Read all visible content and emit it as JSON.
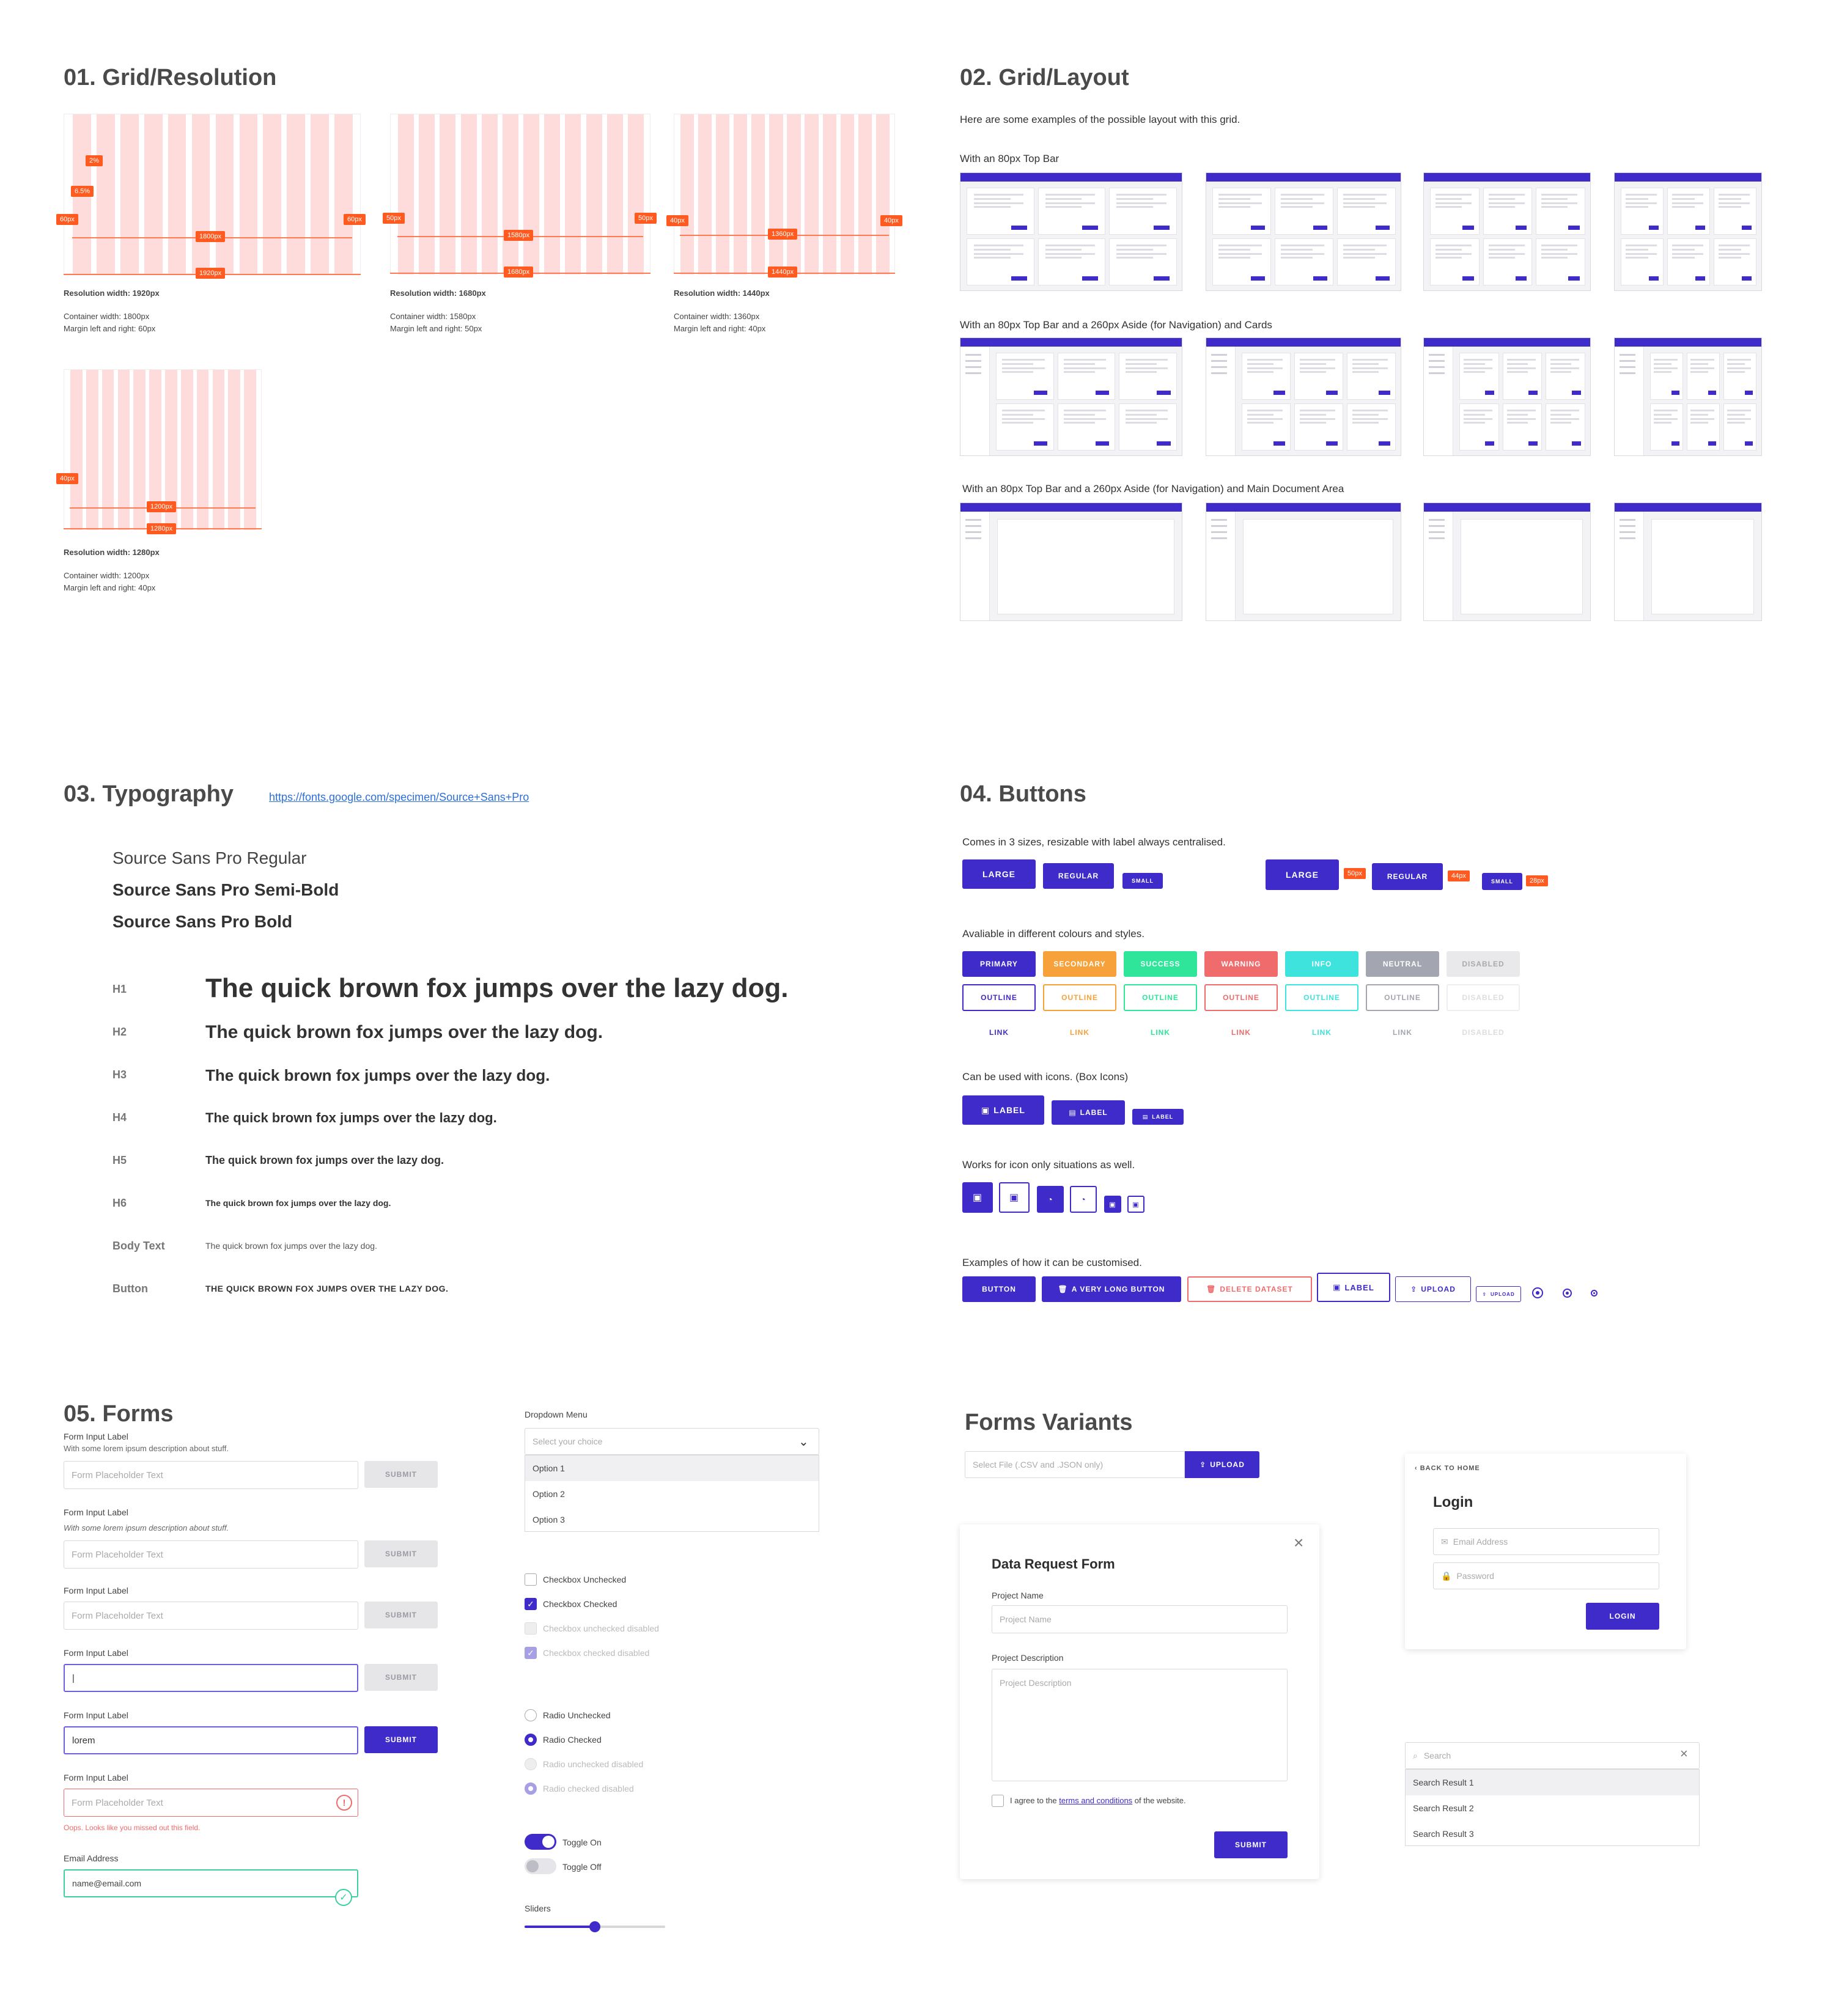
{
  "sec1": {
    "title": "01. Grid/Resolution",
    "g1": {
      "res": "Resolution width: 1920px",
      "container": "Container width: 1800px",
      "margin": "Margin left and right: 60px",
      "t_gutter": "2%",
      "t_col": "6.5%",
      "t_ml": "60px",
      "t_mr": "60px",
      "t_cont": "1800px",
      "t_full": "1920px"
    },
    "g2": {
      "res": "Resolution width: 1680px",
      "container": "Container width: 1580px",
      "margin": "Margin left and right: 50px",
      "t_ml": "50px",
      "t_mr": "50px",
      "t_cont": "1580px",
      "t_full": "1680px"
    },
    "g3": {
      "res": "Resolution width: 1440px",
      "container": "Container width: 1360px",
      "margin": "Margin left and right: 40px",
      "t_ml": "40px",
      "t_mr": "40px",
      "t_cont": "1360px",
      "t_full": "1440px"
    },
    "g4": {
      "res": "Resolution width: 1280px",
      "container": "Container width: 1200px",
      "margin": "Margin left and right: 40px",
      "t_ml": "40px",
      "t_cont": "1200px",
      "t_full": "1280px"
    }
  },
  "sec2": {
    "title": "02. Grid/Layout",
    "intro": "Here are some examples of the possible layout with this grid.",
    "row1": "With an 80px Top Bar",
    "row2": "With an 80px Top Bar and a 260px Aside (for Navigation) and Cards",
    "row3": "With an 80px Top Bar and a 260px Aside (for Navigation) and Main Document Area"
  },
  "sec3": {
    "title": "03. Typography",
    "link": "https://fonts.google.com/specimen/Source+Sans+Pro",
    "fonts": [
      "Source Sans Pro Regular",
      "Source Sans Pro Semi-Bold",
      "Source Sans Pro Bold"
    ],
    "rows": [
      {
        "label": "H1",
        "text": "The quick brown fox jumps over the lazy dog."
      },
      {
        "label": "H2",
        "text": "The quick brown fox jumps over the lazy dog."
      },
      {
        "label": "H3",
        "text": "The quick brown fox jumps over the lazy dog."
      },
      {
        "label": "H4",
        "text": "The quick brown fox jumps over the lazy dog."
      },
      {
        "label": "H5",
        "text": "The quick brown fox jumps over the lazy dog."
      },
      {
        "label": "H6",
        "text": "The quick brown fox jumps over the lazy dog."
      },
      {
        "label": "Body Text",
        "text": "The quick brown fox jumps over the lazy dog."
      },
      {
        "label": "Button",
        "text": "THE QUICK BROWN FOX JUMPS OVER THE LAZY DOG."
      }
    ]
  },
  "sec4": {
    "title": "04. Buttons",
    "sizes_desc": "Comes in 3 sizes, resizable with label always centralised.",
    "large": "LARGE",
    "regular": "REGULAR",
    "small": "SMALL",
    "t50": "50px",
    "t44": "44px",
    "t28": "28px",
    "colours_desc": "Avaliable in different colours and styles.",
    "colours": [
      {
        "label": "PRIMARY",
        "color": "#3e2bc9"
      },
      {
        "label": "SECONDARY",
        "color": "#f6a13a"
      },
      {
        "label": "SUCCESS",
        "color": "#2ee59a"
      },
      {
        "label": "WARNING",
        "color": "#f06b6b"
      },
      {
        "label": "INFO",
        "color": "#3ee3de"
      },
      {
        "label": "NEUTRAL",
        "color": "#a3a5b0"
      },
      {
        "label": "DISABLED",
        "color": "#e9e9ec"
      }
    ],
    "outline": "OUTLINE",
    "link": "LINK",
    "disabled": "DISABLED",
    "icons_desc": "Can be used with icons. (Box Icons)",
    "label": "LABEL",
    "icononly_desc": "Works for icon only situations as well.",
    "custom_desc": "Examples of how it can be customised.",
    "custom": {
      "button": "BUTTON",
      "long": "A VERY LONG BUTTON",
      "delete": "DELETE DATASET",
      "label": "LABEL",
      "upload": "UPLOAD",
      "upload_s": "UPLOAD"
    }
  },
  "sec5": {
    "title": "05. Forms",
    "f1": {
      "label": "Form Input Label",
      "desc": "With some lorem ipsum description about stuff.",
      "placeholder": "Form Placeholder Text",
      "submit": "SUBMIT"
    },
    "f2": {
      "label": "Form Input Label",
      "desc": "With some lorem ipsum description about stuff.",
      "placeholder": "Form Placeholder Text",
      "submit": "SUBMIT"
    },
    "f3": {
      "label": "Form Input Label",
      "placeholder": "Form Placeholder Text",
      "submit": "SUBMIT"
    },
    "f4": {
      "label": "Form Input Label",
      "submit": "SUBMIT"
    },
    "f5": {
      "label": "Form Input Label",
      "value": "lorem",
      "submit": "SUBMIT"
    },
    "f6": {
      "label": "Form Input Label",
      "placeholder": "Form Placeholder Text",
      "error": "Oops. Looks like you missed out this field."
    },
    "f7": {
      "label": "Email Address",
      "value": "name@email.com"
    },
    "dropdown": {
      "label": "Dropdown Menu",
      "placeholder": "Select your choice",
      "options": [
        "Option 1",
        "Option 2",
        "Option 3"
      ]
    },
    "checkboxes": [
      "Checkbox Unchecked",
      "Checkbox Checked",
      "Checkbox unchecked disabled",
      "Checkbox checked disabled"
    ],
    "radios": [
      "Radio Unchecked",
      "Radio Checked",
      "Radio unchecked disabled",
      "Radio checked disabled"
    ],
    "toggles": [
      "Toggle On",
      "Toggle Off"
    ],
    "slider": {
      "label": "Sliders",
      "value": 0.5
    }
  },
  "variants": {
    "title": "Forms Variants",
    "file_placeholder": "Select File (.CSV and .JSON only)",
    "upload": "UPLOAD",
    "request": {
      "title": "Data Request Form",
      "name_label": "Project Name",
      "name_ph": "Project Name",
      "desc_label": "Project Description",
      "desc_ph": "Project Description",
      "agree_pre": "I agree to the ",
      "agree_link": "terms and conditions",
      "agree_post": " of the website.",
      "submit": "SUBMIT"
    },
    "login": {
      "back": "BACK TO HOME",
      "title": "Login",
      "email": "Email Address",
      "password": "Password",
      "button": "LOGIN"
    },
    "search": {
      "placeholder": "Search",
      "results": [
        "Search Result 1",
        "Search Result 2",
        "Search Result 3"
      ]
    }
  },
  "colors": {
    "primary": "#3e2bc9",
    "orange": "#ff5a1f",
    "grid": "#ffdcdc",
    "error": "#f06b6b",
    "success": "#3ecf9e"
  }
}
